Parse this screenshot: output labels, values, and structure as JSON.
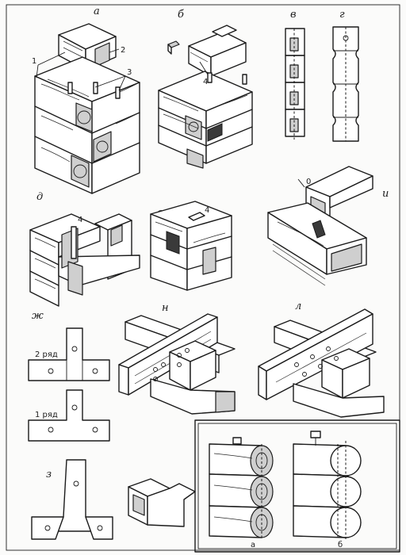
{
  "panel_labels": {
    "a": "а",
    "b": "б",
    "v": "в",
    "g": "г",
    "d": "д",
    "e": "е",
    "i": "и",
    "zh": "ж",
    "n": "н",
    "l": "л",
    "z": "з",
    "inset_a": "а",
    "inset_b": "б"
  },
  "callouts": {
    "c1": "1",
    "c2": "2",
    "c3": "3",
    "c4_b": "4",
    "c4_d": "4",
    "c4_e": "4",
    "c0": "0"
  },
  "row_labels": {
    "row2": "2 ряд",
    "row1": "1 ряд"
  }
}
